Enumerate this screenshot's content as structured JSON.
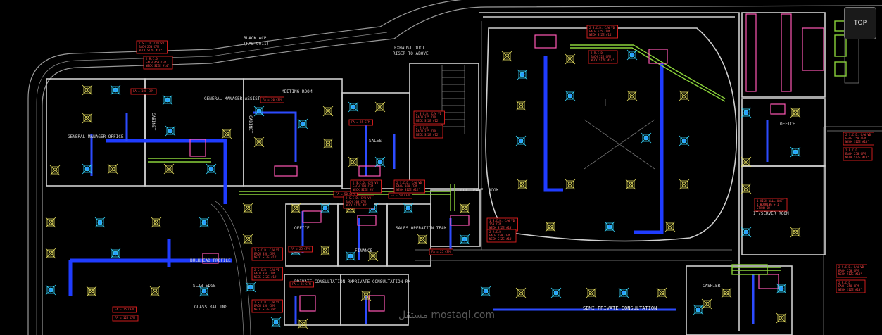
{
  "viewcube": {
    "label": "TOP"
  },
  "rooms": {
    "general_manager_office": "GENERAL MANAGER OFFICE",
    "gm_assistant": "GENERAL MANAGER ASSISTANT",
    "meeting_room": "MEETING ROOM",
    "cabinet": "CABINET",
    "sales": "SALES",
    "ele_panel_room": "ELE. PANEL ROOM",
    "office": "OFFICE",
    "sales_operation_team": "SALES OPERATION TEAM",
    "finance": "FINANCE",
    "private_consultation_1": "PRIVATE CONSULTATION RM",
    "private_consultation_2": "PRIVATE CONSULTATION RM",
    "semi_private_consultation": "SEMI PRIVATE CONSULTATION",
    "it_server_room": "IT/SERVER ROOM",
    "cashier": "CASHIER",
    "slab_edge": "SLAB EDGE",
    "glass_railing": "GLASS RAILING",
    "bulkhead_profile": "BULKHEAD PROFILE"
  },
  "notes": {
    "black_acp": "BLACK ACP",
    "ral": "(RAL 9011)",
    "exhaust_riser_1": "EXHAUST DUCT",
    "exhaust_riser_2": "RISER TO ABOVE"
  },
  "tags": {
    "t1": [
      "2 S.C.D. C/W VD",
      "EACH 250 CFM",
      "NECK SIZE #10\""
    ],
    "t2": [
      "2 R.C.D",
      "EACH 450 CFM",
      "NECK SIZE #14\""
    ],
    "t3": [
      "FA = 100 CFM"
    ],
    "t4": [
      "2 S.C.D. C/W VD",
      "EACH 575 CFM",
      "NECK SIZE #14\""
    ],
    "t5": [
      "2 R.C.D",
      "EACH 525 CFM",
      "NECK SIZE #14\""
    ],
    "t6": [
      "FA = 50 CFM"
    ],
    "t7": [
      "2 S.C.D. C/W VD",
      "EACH 375 CFM",
      "NECK SIZE #12\""
    ],
    "t8": [
      "2 R.C.D",
      "EACH 375 CFM",
      "NECK SIZE #12\""
    ],
    "t9": [
      "FA = 25 CFM"
    ],
    "t10": [
      "1 S.C.D. C/W VD",
      "250 CFM",
      "NECK SIZE #10\""
    ],
    "t11": [
      "2 R.C.D",
      "EACH 250 CFM",
      "NECK SIZE #10\""
    ],
    "t12": [
      "2 S.C.D. C/W VD",
      "EACH 350 CFM",
      "NECK SIZE #12\""
    ],
    "t13": [
      "FA = 25 CFM"
    ],
    "t14": [
      "2 S.C.D. C/W VD",
      "EACH 150 CFM",
      "NECK SIZE #8\""
    ],
    "t15": [
      "FA = 25 CFM"
    ],
    "t16": [
      "1 HIGH WALL UNIT",
      "1 WORKING + 1",
      "STAND BY"
    ],
    "t17": [
      "2 S.C.D. C/W VD",
      "EACH 250 CFM",
      "NECK SIZE #10\""
    ],
    "t18": [
      "2 R.C.D",
      "EACH 250 CFM",
      "NECK SIZE #10\""
    ],
    "t19": [
      "FA = 50 CFM"
    ],
    "t20": [
      "FA = 50 CFM"
    ],
    "t21": [
      "2 S.C.D. C/W VD",
      "EACH 100 CFM",
      "NECK SIZE #8\""
    ],
    "t22": [
      "FA = 25 CFM"
    ],
    "t23": [
      "2 S.C.D. C/W VD",
      "EACH 100 CFM",
      "NECK SIZE #8\""
    ],
    "t24": [
      "FA = 25 CFM"
    ],
    "t25": [
      "2 S.C.D. C/W VD",
      "EACH 250 CFM",
      "NECK SIZE #10\""
    ],
    "t26": [
      "2 R.C.D",
      "EACH 250 CFM",
      "NECK SIZE #10\""
    ],
    "t27": [
      "FA = 125 CFM"
    ],
    "t28": [
      "2 S.C.D. C/W VD",
      "EACH 350 CFM",
      "NECK SIZE #12\""
    ],
    "t29": [
      "2 S.C.D. C/W VD",
      "EACH 300 CFM",
      "NECK SIZE #12\""
    ]
  },
  "watermark": "مستقل mostaql.com"
}
